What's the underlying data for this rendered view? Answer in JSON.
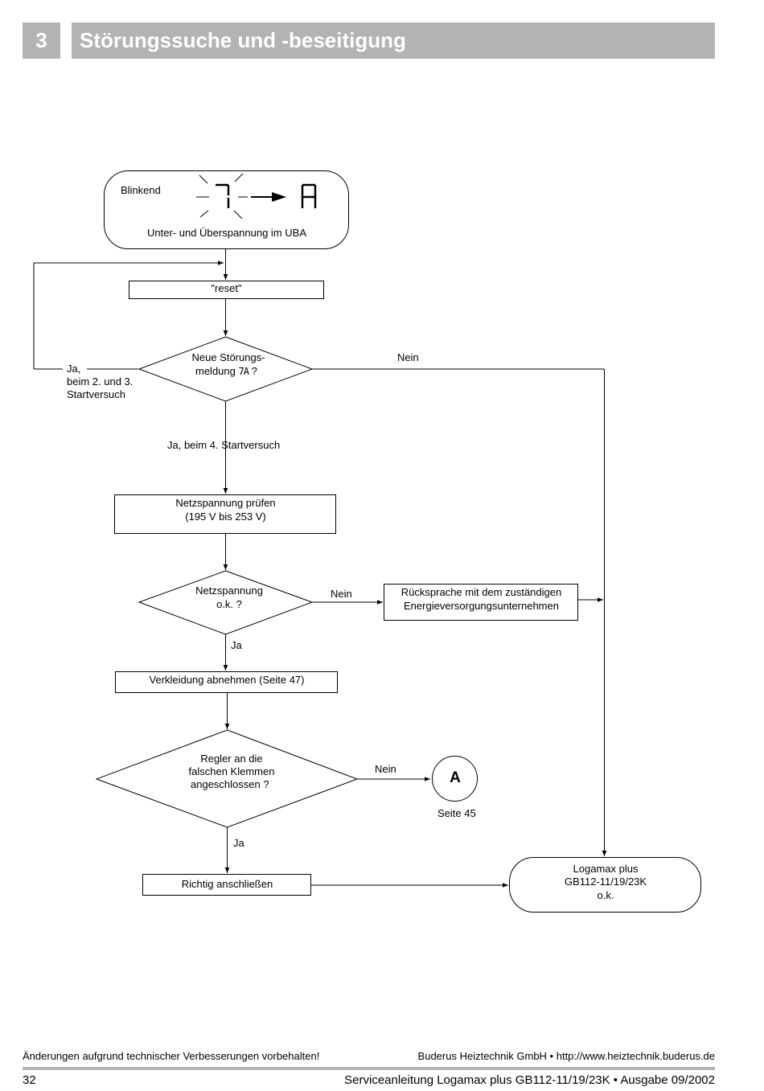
{
  "header": {
    "chapter_number": "3",
    "title": "Störungssuche und -beseitigung"
  },
  "flowchart": {
    "start": {
      "blink_label": "Blinkend",
      "display_from": "7",
      "display_to": "A",
      "description": "Unter- und Überspannung im UBA"
    },
    "reset_box": "\"reset\"",
    "decision_new_fault": {
      "line1": "Neue Störungs-",
      "line2_prefix": "meldung",
      "line2_code": "7A",
      "line2_suffix": "?"
    },
    "loop_label": {
      "line1": "Ja,",
      "line2": "beim 2. und 3.",
      "line3": "Startversuch"
    },
    "nein_top": "Nein",
    "ja_4th": "Ja, beim 4. Startversuch",
    "check_voltage": {
      "line1": "Netzspannung prüfen",
      "line2": "(195 V bis 253 V)"
    },
    "decision_voltage": {
      "line1": "Netzspannung",
      "line2": "o.k. ?"
    },
    "nein_voltage": "Nein",
    "consult_box": {
      "line1": "Rücksprache mit dem zuständigen",
      "line2": "Energieversorgungsunternehmen"
    },
    "ja_voltage": "Ja",
    "remove_cover": "Verkleidung abnehmen (Seite 47)",
    "decision_controller": {
      "line1": "Regler an die",
      "line2": "falschen Klemmen",
      "line3": "angeschlossen ?"
    },
    "nein_controller": "Nein",
    "connector_a": {
      "label": "A",
      "page_ref": "Seite 45"
    },
    "ja_controller": "Ja",
    "connect_correctly": "Richtig anschließen",
    "end": {
      "line1": "Logamax plus",
      "line2": "GB112-11/19/23K",
      "line3": "o.k."
    }
  },
  "footer": {
    "disclaimer": "Änderungen aufgrund technischer Verbesserungen vorbehalten!",
    "company": "Buderus Heiztechnik GmbH • http://www.heiztechnik.buderus.de",
    "page_number": "32",
    "publication": "Serviceanleitung Logamax plus GB112-11/19/23K • Ausgabe 09/2002"
  }
}
